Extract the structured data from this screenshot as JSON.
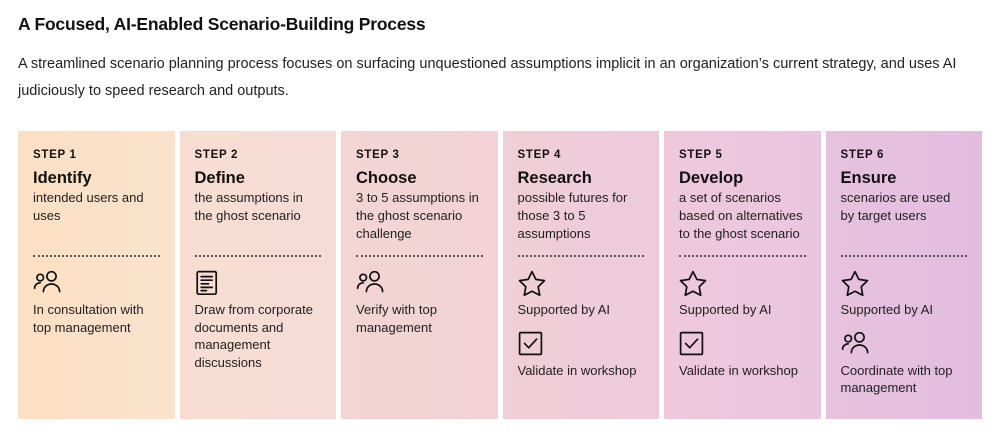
{
  "header": {
    "title": "A Focused, AI-Enabled Scenario-Building Process",
    "subtitle": "A streamlined scenario planning process focuses on surfacing unquestioned assumptions implicit in an organization’s current strategy, and uses AI judiciously to speed research and outputs."
  },
  "colors": {
    "page_background": "#ffffff",
    "text": "#1f1f1f",
    "heading": "#111111",
    "divider": "#3a3a3a",
    "step1_from": "#fce0c4",
    "step1_to": "#fae2cd",
    "step2_from": "#f7ddd1",
    "step2_to": "#f6dcd5",
    "step3_from": "#f3d5d3",
    "step3_to": "#f2d2d6",
    "step4_from": "#efcfd8",
    "step4_to": "#eecada",
    "step5_from": "#eec8dc",
    "step5_to": "#eac5de",
    "step6_from": "#e7c2de",
    "step6_to": "#e3bde0"
  },
  "steps": [
    {
      "label": "STEP 1",
      "verb": "Identify",
      "description": "intended users and uses",
      "actions": [
        {
          "icon": "people-icon",
          "text": "In consultation with top management"
        }
      ]
    },
    {
      "label": "STEP 2",
      "verb": "Define",
      "description": "the assumptions in the ghost scenario",
      "actions": [
        {
          "icon": "document-icon",
          "text": "Draw from corporate documents and management discussions"
        }
      ]
    },
    {
      "label": "STEP 3",
      "verb": "Choose",
      "description": "3 to 5 assumptions in the ghost scenario challenge",
      "actions": [
        {
          "icon": "people-icon",
          "text": "Verify with top management"
        }
      ]
    },
    {
      "label": "STEP 4",
      "verb": "Research",
      "description": "possible futures for those 3 to 5 assumptions",
      "actions": [
        {
          "icon": "star-icon",
          "text": "Supported by AI"
        },
        {
          "icon": "checkbox-icon",
          "text": "Validate in workshop"
        }
      ]
    },
    {
      "label": "STEP 5",
      "verb": "Develop",
      "description": "a set of scenarios based on alternatives to the ghost scenario",
      "actions": [
        {
          "icon": "star-icon",
          "text": "Supported by AI"
        },
        {
          "icon": "checkbox-icon",
          "text": "Validate in workshop"
        }
      ]
    },
    {
      "label": "STEP 6",
      "verb": "Ensure",
      "description": "scenarios are used by target users",
      "actions": [
        {
          "icon": "star-icon",
          "text": "Supported by AI"
        },
        {
          "icon": "people-icon",
          "text": "Coordinate with top management"
        }
      ]
    }
  ]
}
